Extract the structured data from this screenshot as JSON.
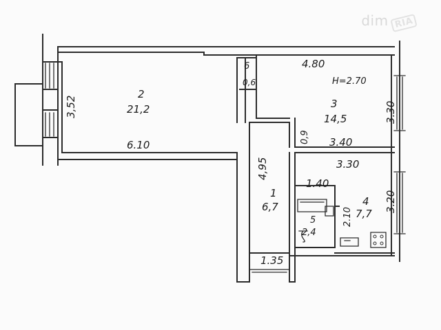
{
  "watermark": {
    "text": "dim",
    "badge": "RIA"
  },
  "rooms": [
    {
      "id": "2",
      "number": "2",
      "area": "21,2"
    },
    {
      "id": "3",
      "number": "3",
      "area": "14,5",
      "height": "H=2.70"
    },
    {
      "id": "1",
      "number": "1",
      "area": "6,7"
    },
    {
      "id": "4",
      "number": "4",
      "area": "7,7"
    },
    {
      "id": "5",
      "number": "5",
      "area": "2,4"
    },
    {
      "id": "6",
      "number": "6",
      "area": "0,6"
    }
  ],
  "dimensions": {
    "room2_width": "6.10",
    "room2_depth": "3,52",
    "room3_width_top": "4.80",
    "room3_width_bottom": "3.40",
    "room3_depth": "3.30",
    "room3_step": "0,9",
    "corridor_length": "4,95",
    "corridor_width": "1.35",
    "kitchen_width": "3.30",
    "kitchen_depth": "3.20",
    "bath_width": "1.40",
    "bath_depth": "2.10"
  }
}
